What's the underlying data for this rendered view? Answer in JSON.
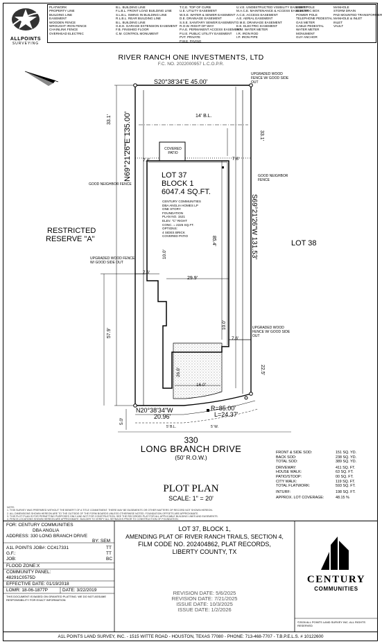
{
  "logo": {
    "name": "ALLPOINTS",
    "subname": "SURVEYING"
  },
  "legend": {
    "col1": [
      "PLATWORK",
      "PROPERTY LINE",
      "BUILDING LINE",
      "EASEMENT",
      "WOODEN FENCE",
      "WROUGHT IRON FENCE",
      "CHAINLINK FENCE",
      "OVERHEAD ELECTRIC"
    ],
    "col2": [
      "B.L. BUILDING LINE",
      "F.L.B.L. FRONT LOAD BUILDING LINE",
      "S.L.B.L. SWING IN BUILDING LINE",
      "R.L.B.L. REAR BUILDING LINE",
      "B.L. BUILDING LINE",
      "G.E.E. GARAGE EXTENSION EASEMENT",
      "F.B. FINISHED FLOOR",
      "C.M. CONTROL MONUMENT"
    ],
    "col3": [
      "T.C.E. TOP OF CURB",
      "U.E. UTILITY EASEMENT",
      "W.S.E. WATER & SEWER EASEMENT",
      "D.E. DRAINAGE EASEMENT",
      "S.S.E. SANITARY SEWER EASEMENT",
      "R.O.W. RIGHT-OF-WAY",
      "P.A.E. PERMANENT ACCESS EASEMENT",
      "P.U.E. PUBLIC UTILITY EASEMENT",
      "PVT. PRIVATE",
      "P.W.E. PAVING"
    ],
    "col4": [
      "U.V.E. UNOBSTRUCTED VISIBILITY EASEMENT",
      "M.A.C.E. MAINTENANCE & ACCESS EASEMENT",
      "A.C.E. ACCESS EASEMENT",
      "A.E. AERIAL EASEMENT",
      "D.M.E. DRAINAGE EASEMENT",
      "E.E. ELECTRIC EASEMENT",
      "W.M. WATER METER",
      "I.R. IRON ROD",
      "I.P. IRON PIPE"
    ],
    "col5": [
      "LIGHT POLE",
      "ELECTRIC BOX",
      "POWER POLE",
      "TELEPHONE PEDESTAL",
      "GAS METER",
      "CABLE PEDESTAL",
      "WATER METER",
      "MONUMENT",
      "GUY ANCHOR"
    ],
    "col6": [
      "MANHOLE",
      "STORM DRAIN",
      "PAD MOUNTED TRANSFORMER",
      "MANHOLE & INLET",
      "INLET",
      "VAULT"
    ]
  },
  "owner": {
    "name": "RIVER RANCH ONE INVESTMENTS, LTD",
    "file": "F.C. NO. 2022000957 L.C.O.P.R."
  },
  "plan": {
    "top_bearing": "S20°38'34\"E   45.00'",
    "left_bearing": "N69°21'26\"E   135.00'",
    "right_bearing": "S69°21'26\"W   131.53'",
    "bottom_bearing": "N20°38'34\"W",
    "bottom_dist": "20.96'",
    "curve_r": "R=85.00'",
    "curve_l": "L=24.37'",
    "bl_top": "14' B.L.",
    "dim_33_left": "33.1'",
    "dim_33_right": "33.1'",
    "dim_74": "7.4'",
    "dim_76_top": "7.6'",
    "dim_76_mid": "7.6'",
    "dim_76_bot": "7.6'",
    "dim_299": "29.9'",
    "dim_854": "85.4'",
    "dim_100_left": "10.0'",
    "dim_100_right": "10.0'",
    "dim_579": "57.9'",
    "dim_225": "22.5'",
    "dim_260": "26.0'",
    "dim_160": "16.0'",
    "dim_50": "5.0'",
    "dim_5bl_left": "5' B.L.",
    "dim_5bl_right": "5' W.",
    "covered_patio": "COVERED PATIO",
    "lot": "LOT 37",
    "block": "BLOCK 1",
    "area": "6047.4 SQ.FT.",
    "house_notes": [
      "CENTURY COMMUNITIES",
      "DBA ANGLIA HOMES LP",
      "ONE STORY",
      "FOUNDATION",
      "PLAN NO. 1521",
      "ELEV. \"C\" RIGHT",
      "CONC. = 2225 SQ.FT.",
      "OPTIONS:",
      "4 SIDES BRICK",
      "COVERED PATIO"
    ],
    "fence_tl": "UPGRADED WOOD FENCE W/ GOOD SIDE OUT",
    "fence_left_nb": "GOOD NEIGHBOR FENCE",
    "fence_right_nb": "GOOD NEIGHBOR FENCE",
    "fence_left_up": "UPGRADED WOOD FENCE W/ GOOD SIDE OUT",
    "fence_right_up": "UPGRADED WOOD FENCE W/ GOOD SIDE OUT",
    "restricted": "RESTRICTED",
    "reserve": "RESERVE \"A\"",
    "lot38": "LOT 38",
    "street_no": "330",
    "street": "LONG BRANCH DRIVE",
    "row": "(50' R.O.W.)"
  },
  "areas": [
    {
      "k": "FRONT & SIDE SOD:",
      "v": "151 SQ. YD."
    },
    {
      "k": "BACK SOD:",
      "v": "238 SQ. YD."
    },
    {
      "k": "TOTAL SOD:",
      "v": "389 SQ. YD."
    },
    {
      "k": "DRIVEWAY:",
      "v": "411 SQ. FT."
    },
    {
      "k": "HOUSE WALK:",
      "v": "63 SQ. FT."
    },
    {
      "k": "PATIO/STOOP:",
      "v": "00 SQ. FT."
    },
    {
      "k": "CITY WALK:",
      "v": "119 SQ. FT."
    },
    {
      "k": "TOTAL FLATWORK:",
      "v": "593 SQ. FT."
    },
    {
      "k": "INTURF:",
      "v": "198 SQ. FT."
    },
    {
      "k": "APPROX. LOT COVERAGE:",
      "v": "48.15 %"
    }
  ],
  "plan_title": "PLOT PLAN",
  "scale": "SCALE: 1\" = 20'",
  "notes": [
    "NOTE:",
    "1. THIS SURVEY WAS PREPARED WITHOUT THE BENEFIT OF A TITLE COMMITMENT. THERE MAY BE EASEMENTS OR OTHER MATTERS OF RECORD NOT SHOWN HEREON.",
    "2. ALL DIMENSIONS SHOWN HEREON ARE TO THE OUTSIDE OF THE FORM BOARDS UNLESS OTHERWISE NOTED. FOUNDATION OFFSETS ARE APPROXIMATE.",
    "3. THIS PLOT PLAN IS FOR PERMITTING PURPOSES ONLY AND NOT FOR CONSTRUCTION. SEE THE RECORDED PLAT FOR ALL APPLICABLE BUILDING LINES AND EASEMENTS.",
    "4. FENCE LOCATIONS SHOWN HEREON ARE APPROXIMATE. BUILDER TO VERIFY ALL SETBACKS PRIOR TO CONSTRUCTION OF FOUNDATION."
  ],
  "title_block": {
    "for": "FOR:  CENTURY COMMUNITIES",
    "dba": "DBA ANGLIA",
    "address": "ADDRESS: 330 LONG BRANCH DRIVE",
    "by": "BY: SEM",
    "job_no": "A1L POINTS JOB#: CC417331",
    "tt": "TT",
    "gf": "G.F.:",
    "tt2": "TT",
    "job": "JOB:",
    "bc": "BC",
    "flood": "FLOOD ZONE:X",
    "panel": "COMMUNITY PANEL:",
    "panel_no": "48291C0575D",
    "eff": "EFFECTIVE DATE: 01/19/2018",
    "lomr": "LOMR: 18-06-1877P",
    "lomr_date": "DATE: 3/22/2019",
    "disclaimer": "THIS DOCUMENT IS BASED ON GRANTED PLATTING. WE DO NOT ASSUME RESPONSIBILITY FOR EXACT INFORMATION",
    "legal1": "LOT 37, BLOCK 1,",
    "legal2": "AMENDING PLAT OF RIVER RANCH TRAILS, SECTION 4,",
    "legal3": "FILM CODE NO. 202404862, PLAT RECORDS,",
    "legal4": "LIBERTY COUNTY, TX",
    "rev1": "REVISION DATE: 5/6/2025",
    "rev2": "REVISION DATE: 7/21/2025",
    "issue1": "ISSUE DATE: 10/3/2025",
    "issue2": "ISSUE DATE: 1/2/2026",
    "brand": "CENTURY",
    "brand_sub": "COMMUNITIES",
    "copyright": "©2026 ALL POINTS LAND SURVEY INC. ALL RIGHTS RESERVED"
  },
  "footer": "A1L POINTS LAND SURVEY, INC. - 1515 WITTE ROAD - HOUSTON, TEXAS 77080 - PHONE: 713-468-7707 - T.B.P.E.L.S. # 10122600"
}
